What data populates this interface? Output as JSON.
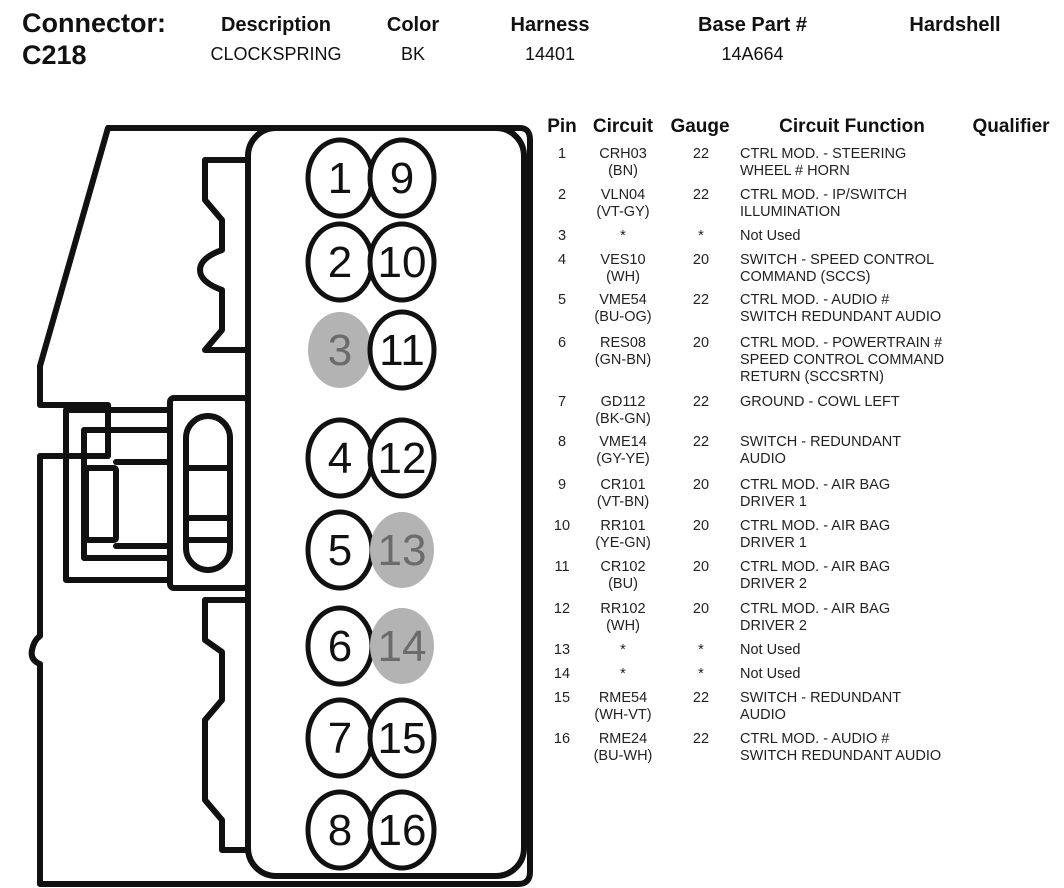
{
  "header": {
    "connector_label": "Connector:",
    "connector_id": "C218",
    "columns": {
      "description": "Description",
      "color": "Color",
      "harness": "Harness",
      "base_part": "Base Part #",
      "hardshell": "Hardshell"
    },
    "values": {
      "description": "CLOCKSPRING",
      "color": "BK",
      "harness": "14401",
      "base_part": "14A664",
      "hardshell": ""
    }
  },
  "table": {
    "headers": {
      "pin": "Pin",
      "circuit": "Circuit",
      "gauge": "Gauge",
      "function": "Circuit Function",
      "qualifier": "Qualifier"
    },
    "rows": [
      {
        "pin": "1",
        "circuit": "CRH03",
        "wire_color": "(BN)",
        "gauge": "22",
        "function": "CTRL MOD. - STEERING\nWHEEL # HORN"
      },
      {
        "pin": "2",
        "circuit": "VLN04",
        "wire_color": "(VT-GY)",
        "gauge": "22",
        "function": "CTRL MOD. - IP/SWITCH\nILLUMINATION"
      },
      {
        "pin": "3",
        "circuit": "*",
        "wire_color": "",
        "gauge": "*",
        "function": "Not Used"
      },
      {
        "pin": "4",
        "circuit": "VES10",
        "wire_color": "(WH)",
        "gauge": "20",
        "function": "SWITCH - SPEED CONTROL\nCOMMAND (SCCS)"
      },
      {
        "pin": "5",
        "circuit": "VME54",
        "wire_color": "(BU-OG)",
        "gauge": "22",
        "function": "CTRL MOD. - AUDIO #\nSWITCH REDUNDANT AUDIO"
      },
      {
        "pin": "6",
        "circuit": "RES08",
        "wire_color": "(GN-BN)",
        "gauge": "20",
        "function": "CTRL MOD. - POWERTRAIN #\nSPEED CONTROL COMMAND\nRETURN (SCCSRTN)"
      },
      {
        "pin": "7",
        "circuit": "GD112",
        "wire_color": "(BK-GN)",
        "gauge": "22",
        "function": "GROUND - COWL LEFT"
      },
      {
        "pin": "8",
        "circuit": "VME14",
        "wire_color": "(GY-YE)",
        "gauge": "22",
        "function": "SWITCH - REDUNDANT\nAUDIO"
      },
      {
        "pin": "9",
        "circuit": "CR101",
        "wire_color": "(VT-BN)",
        "gauge": "20",
        "function": "CTRL MOD. - AIR BAG\nDRIVER 1"
      },
      {
        "pin": "10",
        "circuit": "RR101",
        "wire_color": "(YE-GN)",
        "gauge": "20",
        "function": "CTRL MOD. - AIR BAG\nDRIVER 1"
      },
      {
        "pin": "11",
        "circuit": "CR102",
        "wire_color": "(BU)",
        "gauge": "20",
        "function": "CTRL MOD. - AIR BAG\nDRIVER 2"
      },
      {
        "pin": "12",
        "circuit": "RR102",
        "wire_color": "(WH)",
        "gauge": "20",
        "function": "CTRL MOD. - AIR BAG\nDRIVER 2"
      },
      {
        "pin": "13",
        "circuit": "*",
        "wire_color": "",
        "gauge": "*",
        "function": "Not Used"
      },
      {
        "pin": "14",
        "circuit": "*",
        "wire_color": "",
        "gauge": "*",
        "function": "Not Used"
      },
      {
        "pin": "15",
        "circuit": "RME54",
        "wire_color": "(WH-VT)",
        "gauge": "22",
        "function": "SWITCH - REDUNDANT\nAUDIO"
      },
      {
        "pin": "16",
        "circuit": "RME24",
        "wire_color": "(BU-WH)",
        "gauge": "22",
        "function": "CTRL MOD. - AUDIO #\nSWITCH REDUNDANT AUDIO"
      }
    ]
  },
  "diagram": {
    "left_pins": [
      {
        "label": "1",
        "used": true
      },
      {
        "label": "2",
        "used": true
      },
      {
        "label": "3",
        "used": false
      },
      {
        "label": "4",
        "used": true
      },
      {
        "label": "5",
        "used": true
      },
      {
        "label": "6",
        "used": true
      },
      {
        "label": "7",
        "used": true
      },
      {
        "label": "8",
        "used": true
      }
    ],
    "right_pins": [
      {
        "label": "9",
        "used": true
      },
      {
        "label": "10",
        "used": true
      },
      {
        "label": "11",
        "used": true
      },
      {
        "label": "12",
        "used": true
      },
      {
        "label": "13",
        "used": false
      },
      {
        "label": "14",
        "used": false
      },
      {
        "label": "15",
        "used": true
      },
      {
        "label": "16",
        "used": true
      }
    ]
  },
  "colors": {
    "unused_pin_fill": "#b3b3b3",
    "unused_pin_text": "#6b6b6b",
    "line": "#111111"
  }
}
